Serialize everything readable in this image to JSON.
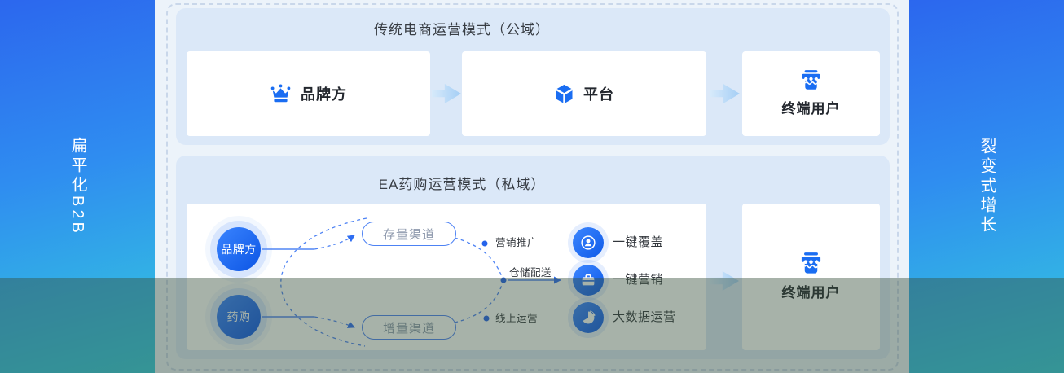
{
  "banners": {
    "left": {
      "text": "扁平化B2B"
    },
    "right": {
      "text": "裂变式增长"
    }
  },
  "public_panel": {
    "title": "传统电商运营模式（公域）",
    "nodes": [
      {
        "icon": "crown-icon",
        "label": "品牌方"
      },
      {
        "icon": "cube-icon",
        "label": "平台"
      },
      {
        "icon": "store-icon",
        "label": "终端用户"
      }
    ]
  },
  "private_panel": {
    "title": "EA药购运营模式（私域）",
    "sources": [
      {
        "label": "品牌方"
      },
      {
        "label": "药购"
      }
    ],
    "channels": [
      {
        "label": "存量渠道"
      },
      {
        "label": "增量渠道"
      }
    ],
    "touchpoints": [
      {
        "label": "营销推广"
      },
      {
        "label": "仓储配送"
      },
      {
        "label": "线上运营"
      }
    ],
    "capabilities": [
      {
        "icon": "user-coverage-icon",
        "label": "一键覆盖"
      },
      {
        "icon": "briefcase-icon",
        "label": "一键营销"
      },
      {
        "icon": "pie-chart-icon",
        "label": "大数据运营"
      }
    ],
    "end_user": {
      "icon": "store-icon",
      "label": "终端用户"
    }
  },
  "colors": {
    "accent_blue": "#1a6df2",
    "panel_bg": "#dbe8f8",
    "page_bg": "#ecf3fa",
    "banner_gradient_top": "#2c67ee",
    "banner_gradient_bottom": "#34cbdd",
    "dim_overlay": "rgba(55,80,60,0.44)"
  }
}
